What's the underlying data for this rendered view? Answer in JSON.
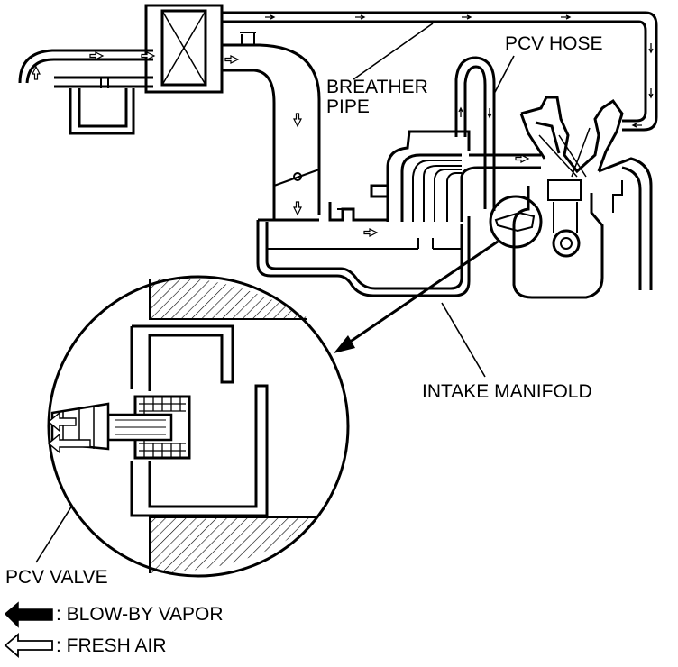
{
  "labels": {
    "breather_pipe_line1": "BREATHER",
    "breather_pipe_line2": "PIPE",
    "pcv_hose": "PCV HOSE",
    "intake_manifold": "INTAKE MANIFOLD",
    "pcv_valve": "PCV VALVE"
  },
  "legend": {
    "blow_by": ": BLOW-BY VAPOR",
    "fresh_air": ": FRESH AIR",
    "blow_by_icon": "solid-arrow-left-icon",
    "fresh_air_icon": "hollow-arrow-left-icon"
  }
}
